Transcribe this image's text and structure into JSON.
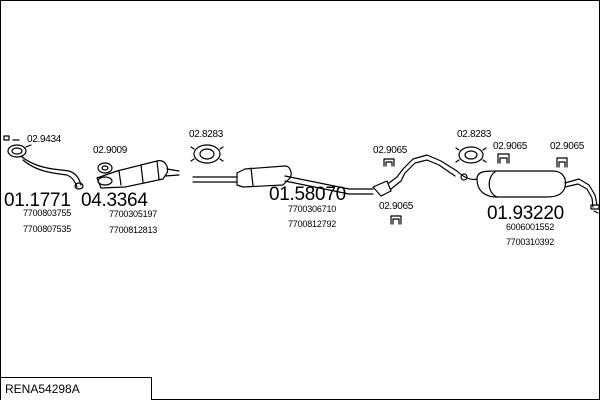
{
  "diagram_code": "RENA54298A",
  "groups": [
    {
      "number": "01.1771",
      "oem": [
        "7700803755",
        "7700807535"
      ]
    },
    {
      "number": "04.3364",
      "oem": [
        "7700305197",
        "7700812813"
      ]
    },
    {
      "number": "01.58070",
      "oem": [
        "7700306710",
        "7700812792"
      ]
    },
    {
      "number": "01.93220",
      "oem": [
        "6006001552",
        "7700310392"
      ]
    }
  ],
  "small_parts": [
    "02.9434",
    "02.9009",
    "02.8283",
    "02.9065",
    "02.9065",
    "02.8283",
    "02.9065",
    "02.9065"
  ],
  "colors": {
    "line": "#000000",
    "background": "#ffffff"
  }
}
